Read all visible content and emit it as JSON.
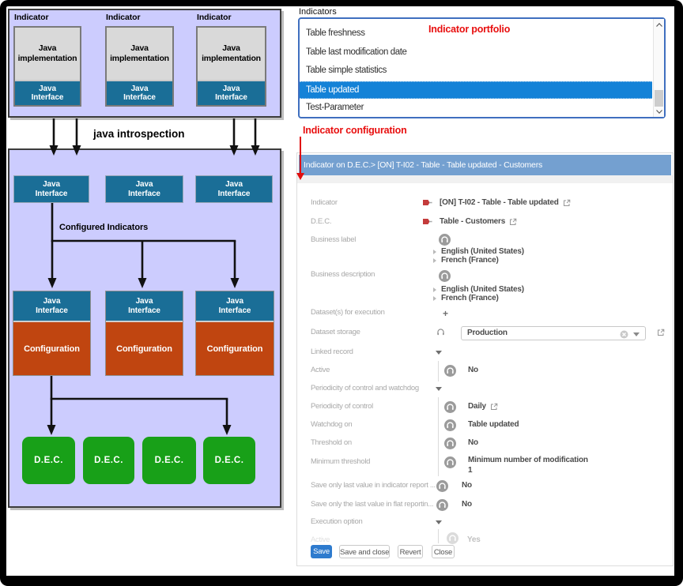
{
  "diagram": {
    "indicator_label": "Indicator",
    "java_implementation": "Java implementation",
    "java_interface": "Java Interface",
    "java_introspection": "java introspection",
    "configured_indicators": "Configured Indicators",
    "configuration": "Configuration",
    "dec": "D.E.C."
  },
  "portfolio": {
    "field_label": "Indicators",
    "annotation": "Indicator portfolio",
    "items": [
      "Table freshness",
      "Table last modification date",
      "Table simple statistics",
      "Table updated",
      "Test-Parameter"
    ],
    "selected": "Table updated"
  },
  "config": {
    "annotation": "Indicator configuration",
    "header_title": "Indicator on D.E.C.> [ON] T-I02 - Table - Table updated - Customers",
    "fields": {
      "indicator": {
        "label": "Indicator",
        "value": "[ON] T-I02 - Table - Table updated"
      },
      "dec": {
        "label": "D.E.C.",
        "value": "Table - Customers"
      },
      "business_label": {
        "label": "Business label",
        "lang1": "English (United States)",
        "lang2": "French (France)"
      },
      "business_description": {
        "label": "Business description",
        "lang1": "English (United States)",
        "lang2": "French (France)"
      },
      "datasets_for_execution": {
        "label": "Dataset(s) for execution",
        "value": "+"
      },
      "dataset_storage": {
        "label": "Dataset storage",
        "value": "Production"
      },
      "linked_record": {
        "label": "Linked record"
      },
      "active": {
        "label": "Active",
        "value": "No"
      },
      "periodicity_group": {
        "label": "Periodicity of control and watchdog"
      },
      "periodicity_of_control": {
        "label": "Periodicity of control",
        "value": "Daily"
      },
      "watchdog_on": {
        "label": "Watchdog on",
        "value": "Table updated"
      },
      "threshold_on": {
        "label": "Threshold on",
        "value": "No"
      },
      "minimum_threshold": {
        "label": "Minimum threshold",
        "value": "Minimum number of modification",
        "value2": "1"
      },
      "save_last_indicator_report": {
        "label": "Save only last value in indicator report ...",
        "value": "No"
      },
      "save_last_flat_reporting": {
        "label": "Save only the last value in flat reportin...",
        "value": "No"
      },
      "execution_option": {
        "label": "Execution option"
      },
      "active_ghost": {
        "label": "Active",
        "value": "Yes"
      }
    },
    "buttons": {
      "save": "Save",
      "save_and_close": "Save and close",
      "revert": "Revert",
      "close": "Close"
    }
  }
}
